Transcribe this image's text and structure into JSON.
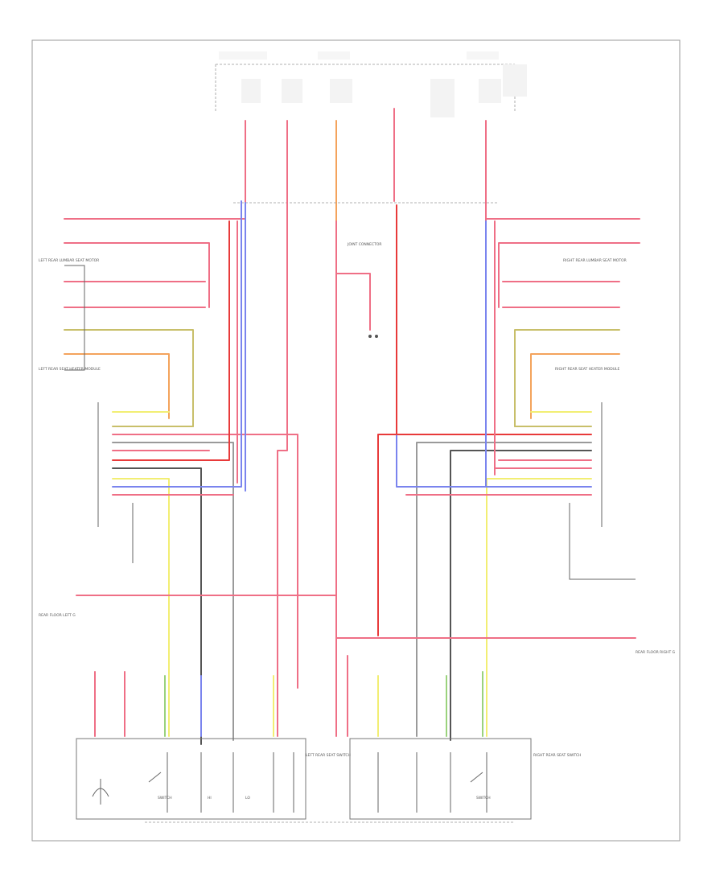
{
  "diagram": {
    "footer_code": "",
    "modules": {
      "left_lumbar_motor": "LEFT REAR LUMBAR SEAT MOTOR",
      "right_lumbar_motor": "RIGHT REAR LUMBAR SEAT MOTOR",
      "left_heater_module": "LEFT REAR SEAT HEATER MODULE",
      "right_heater_module": "RIGHT REAR SEAT HEATER MODULE",
      "left_switch": "LEFT REAR SEAT SWITCH",
      "right_switch": "RIGHT REAR SEAT SWITCH",
      "left_ground": "REAR FLOOR LEFT G",
      "right_ground": "REAR FLOOR RIGHT G",
      "junction": "JOINT CONNECTOR"
    },
    "switch_labels": [
      "SWITCH",
      "HI",
      "LO",
      "SWITCH"
    ],
    "colors": {
      "pink": "#ef6f86",
      "red": "#e83a3a",
      "blue": "#7a84ee",
      "yellow": "#f2ee73",
      "orange": "#f4a35c",
      "olive": "#c8bf6a",
      "green": "#9ad27c",
      "dark": "#555555",
      "gray": "#9a9a9a"
    }
  }
}
